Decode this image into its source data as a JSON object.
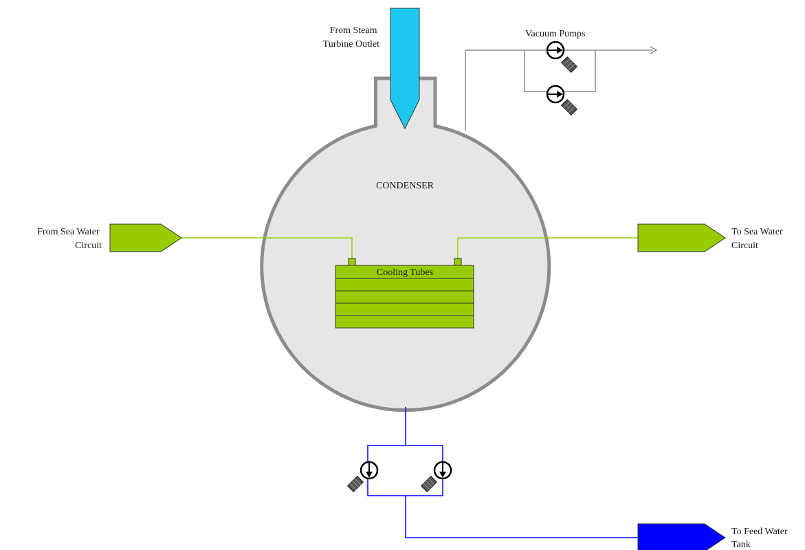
{
  "labels": {
    "steam_inlet": [
      "From Steam",
      "Turbine Outlet"
    ],
    "vacuum_pumps": "Vacuum Pumps",
    "condenser": "CONDENSER",
    "sea_water_in": [
      "From Sea Water",
      "Circuit"
    ],
    "sea_water_out": [
      "To Sea Water",
      "Circuit"
    ],
    "cooling_tubes": "Cooling Tubes",
    "feed_water": [
      "To Feed Water",
      "Tank"
    ]
  },
  "icons": {
    "vacuum_pump": "pump-icon",
    "condensate_pump": "pump-icon",
    "motor": "motor-icon",
    "flow_arrow": "arrowhead-icon"
  },
  "colors": {
    "shell_fill": "#e6e6e6",
    "shell_stroke": "#8c8c8c",
    "steam": "#1ec8f0",
    "sea_water": "#99cc00",
    "condensate": "#0000ff",
    "vacuum_line": "#8c8c8c"
  }
}
